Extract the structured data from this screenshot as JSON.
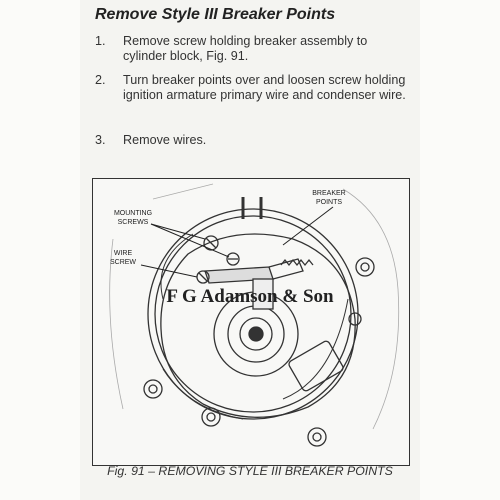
{
  "section": {
    "title": "Remove Style III Breaker Points",
    "steps": [
      {
        "number": "1.",
        "text": "Remove screw holding breaker assembly to cylinder block, Fig. 91."
      },
      {
        "number": "2.",
        "text": "Turn breaker points over and loosen screw holding ignition armature primary wire and condenser wire."
      },
      {
        "number": "3.",
        "text": "Remove wires."
      }
    ]
  },
  "figure": {
    "labels": {
      "mounting_line1": "MOUNTING",
      "mounting_line2": "SCREWS",
      "breaker_line1": "BREAKER",
      "breaker_line2": "POINTS",
      "wire_line1": "WIRE",
      "wire_line2": "SCREW"
    },
    "caption": "Fig. 91 – REMOVING STYLE III BREAKER POINTS"
  },
  "watermark": "F G Adamson & Son"
}
